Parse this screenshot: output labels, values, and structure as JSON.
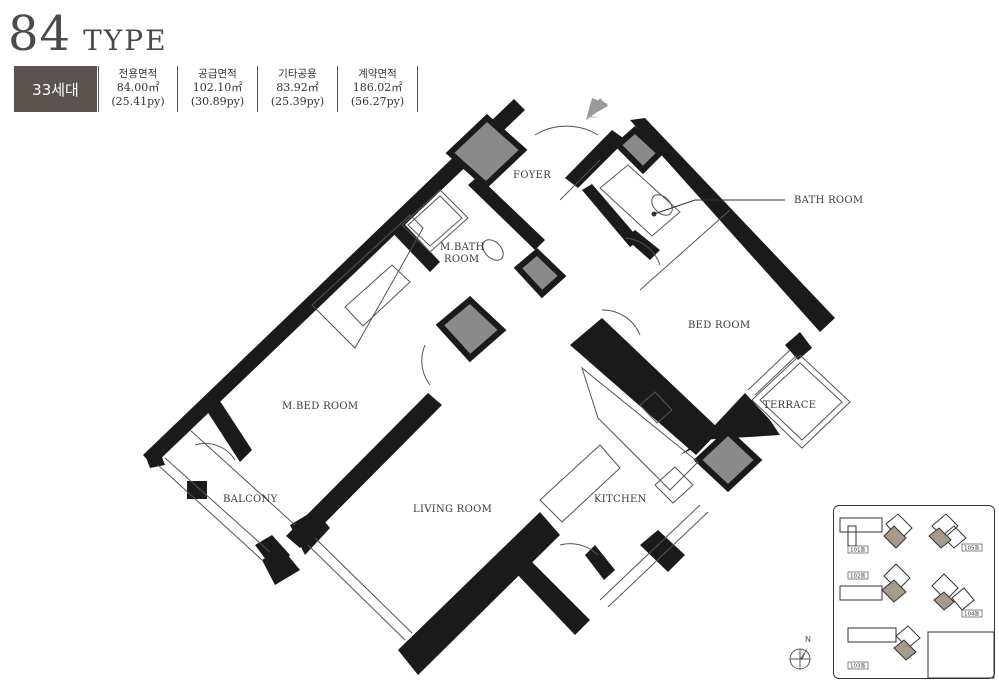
{
  "header": {
    "type_number": "84",
    "type_word": "TYPE",
    "units_badge": "33세대"
  },
  "areas": [
    {
      "label": "전용면적",
      "sqm": "84.00㎡",
      "py": "(25.41py)"
    },
    {
      "label": "공급면적",
      "sqm": "102.10㎡",
      "py": "(30.89py)"
    },
    {
      "label": "기타공용",
      "sqm": "83.92㎡",
      "py": "(25.39py)"
    },
    {
      "label": "계약면적",
      "sqm": "186.02㎡",
      "py": "(56.27py)"
    }
  ],
  "rooms": {
    "foyer": "FOYER",
    "bath_room": "BATH ROOM",
    "m_bath_line1": "M.BATH",
    "m_bath_line2": "ROOM",
    "bed_room": "BED ROOM",
    "terrace": "TERRACE",
    "m_bed_room": "M.BED ROOM",
    "kitchen": "KITCHEN",
    "living_room": "LIVING ROOM",
    "balcony": "BALCONY"
  },
  "key_map": {
    "buildings": [
      "101동",
      "105동",
      "102동",
      "104동",
      "103동"
    ],
    "highlight_color": "#a89a8a"
  },
  "compass": {
    "north_label": "N"
  },
  "colors": {
    "wall": "#1a1a1a",
    "column_fill": "#8a8a8a",
    "badge": "#5b5350",
    "entry_arrow": "#9a9a9a"
  }
}
